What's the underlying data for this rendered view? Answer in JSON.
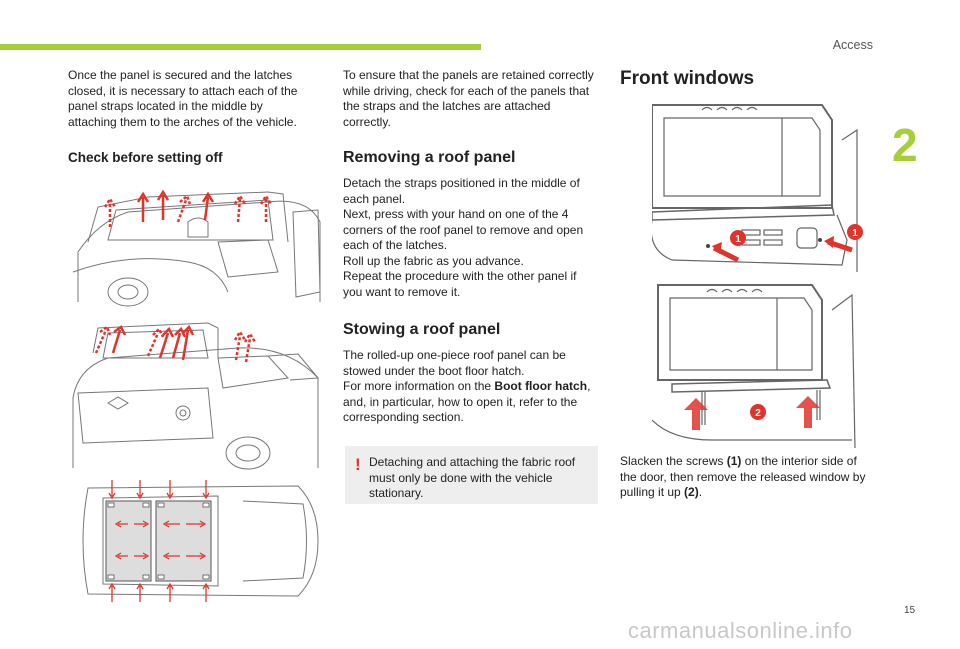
{
  "header": {
    "section": "Access",
    "chapter_number": "2",
    "page_number": "15"
  },
  "col1": {
    "intro": "Once the panel is secured and the latches closed, it is necessary to attach each of the panel straps located in the middle by attaching them to the arches of the vehicle.",
    "check_heading": "Check before setting off"
  },
  "col2": {
    "intro": "To ensure that the panels are retained correctly while driving, check for each of the panels that the straps and the latches are attached correctly.",
    "removing_heading": "Removing a roof panel",
    "removing_text_1": "Detach the straps positioned in the middle of each panel.",
    "removing_text_2": "Next, press with your hand on one of the 4 corners of the roof panel to remove and open each of the latches.",
    "removing_text_3": "Roll up the fabric as you advance.",
    "removing_text_4": "Repeat the procedure with the other panel if you want to remove it.",
    "stowing_heading": "Stowing a roof panel",
    "stowing_text_1": "The rolled-up one-piece roof panel can be stowed under the boot floor hatch.",
    "stowing_text_2a": "For more information on the ",
    "stowing_text_2b": "Boot floor hatch",
    "stowing_text_2c": ", and, in particular, how to open it, refer to the corresponding section.",
    "note_icon": "!",
    "note_text": "Detaching and attaching the fabric roof must only be done with the vehicle stationary."
  },
  "col3": {
    "heading": "Front windows",
    "callout_1": "1",
    "callout_2": "2",
    "text_a": "Slacken the screws ",
    "text_b": "(1)",
    "text_c": " on the interior side of the door, then remove the released window by pulling it up ",
    "text_d": "(2)",
    "text_e": "."
  },
  "footer": {
    "watermark": "carmanualsonline.info"
  },
  "colors": {
    "accent_green": "#a6ce39",
    "arrow_red": "#e0342b",
    "note_bg": "#eeeeee"
  }
}
